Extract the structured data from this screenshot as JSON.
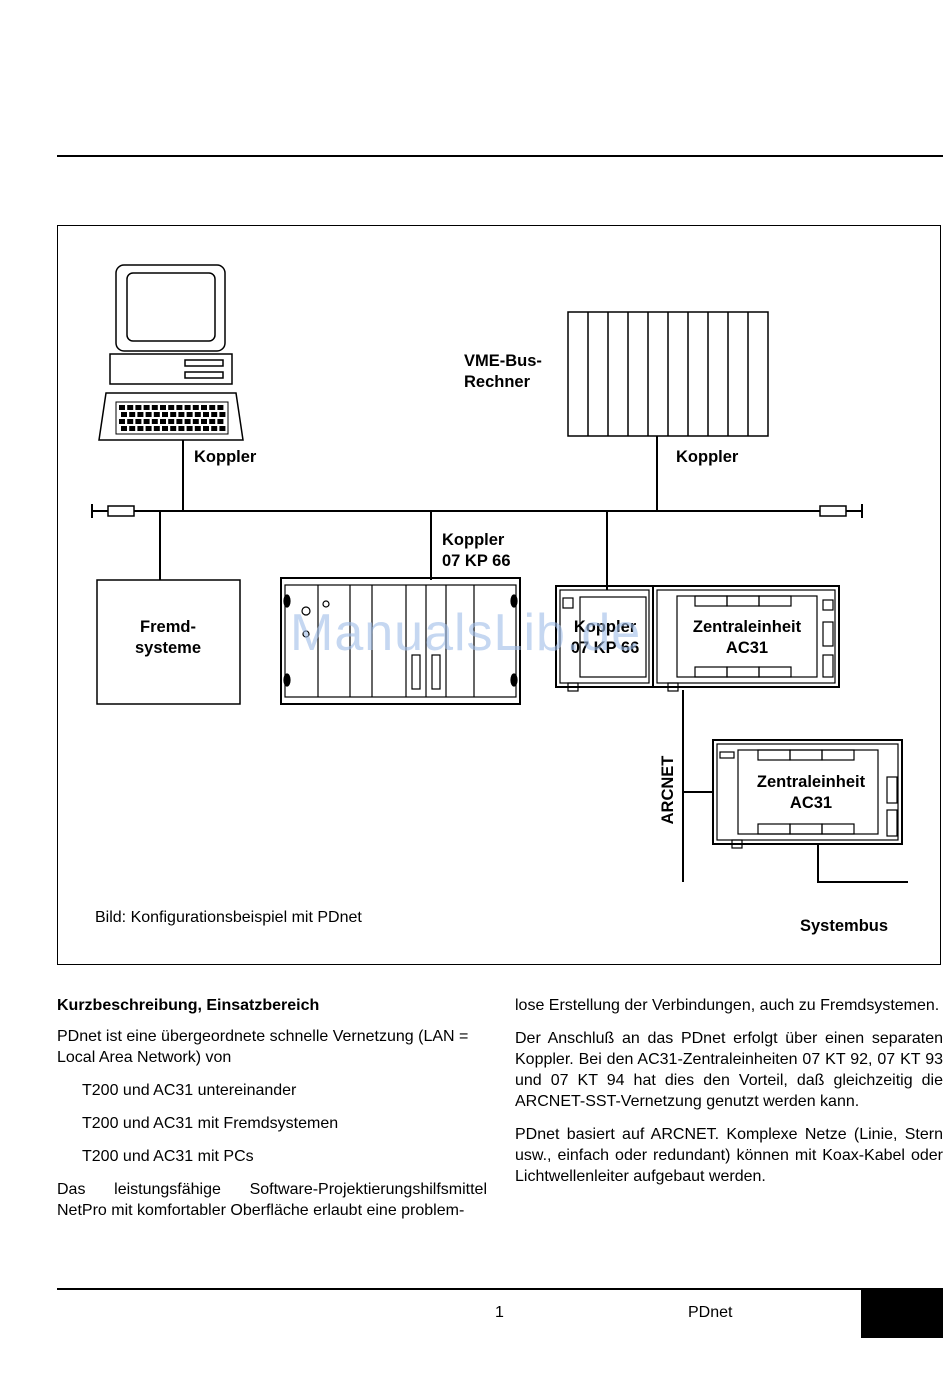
{
  "figure": {
    "labels": {
      "koppler_left": "Koppler",
      "koppler_right": "Koppler",
      "vme_line1": "VME-Bus-",
      "vme_line2": "Rechner",
      "koppler_kp66_line1": "Koppler",
      "koppler_kp66_line2": "07 KP 66",
      "fremd_line1": "Fremd-",
      "fremd_line2": "systeme",
      "koppler_unit_line1": "Koppler",
      "koppler_unit_line2": "07 KP 66",
      "ze1_line1": "Zentraleinheit",
      "ze1_line2": "AC31",
      "ze2_line1": "Zentraleinheit",
      "ze2_line2": "AC31",
      "arcnet": "ARCNET",
      "systembus": "Systembus"
    },
    "caption": "Bild: Konfigurationsbeispiel mit PDnet",
    "watermark": "ManualsLib.de"
  },
  "left_column": {
    "heading": "Kurzbeschreibung, Einsatzbereich",
    "intro": "PDnet ist eine übergeordnete schnelle Vernetzung (LAN = Local Area Network) von",
    "items": [
      "T200 und AC31 untereinander",
      "T200 und AC31 mit Fremdsystemen",
      "T200 und AC31 mit PCs"
    ],
    "para": "Das leistungsfähige Software-Projektierungshilfsmittel NetPro mit komfortabler Oberfläche erlaubt eine problem-"
  },
  "right_column": {
    "para1": "lose Erstellung der Verbindungen, auch zu Fremdsyste­men.",
    "para2": "Der Anschluß an das PDnet erfolgt über einen separaten Koppler. Bei den AC31-Zentraleinheiten 07 KT 92, 07 KT 93 und 07 KT 94 hat dies den Vorteil, daß gleich­zeitig die ARCNET-SST-Vernetzung genutzt werden kann.",
    "para3": "PDnet basiert auf ARCNET. Komplexe Netze (Linie, Stern usw., einfach oder redundant) können mit Koax-Kabel oder Lichtwellenleiter aufgebaut werden."
  },
  "footer": {
    "page_number": "1",
    "title": "PDnet"
  }
}
